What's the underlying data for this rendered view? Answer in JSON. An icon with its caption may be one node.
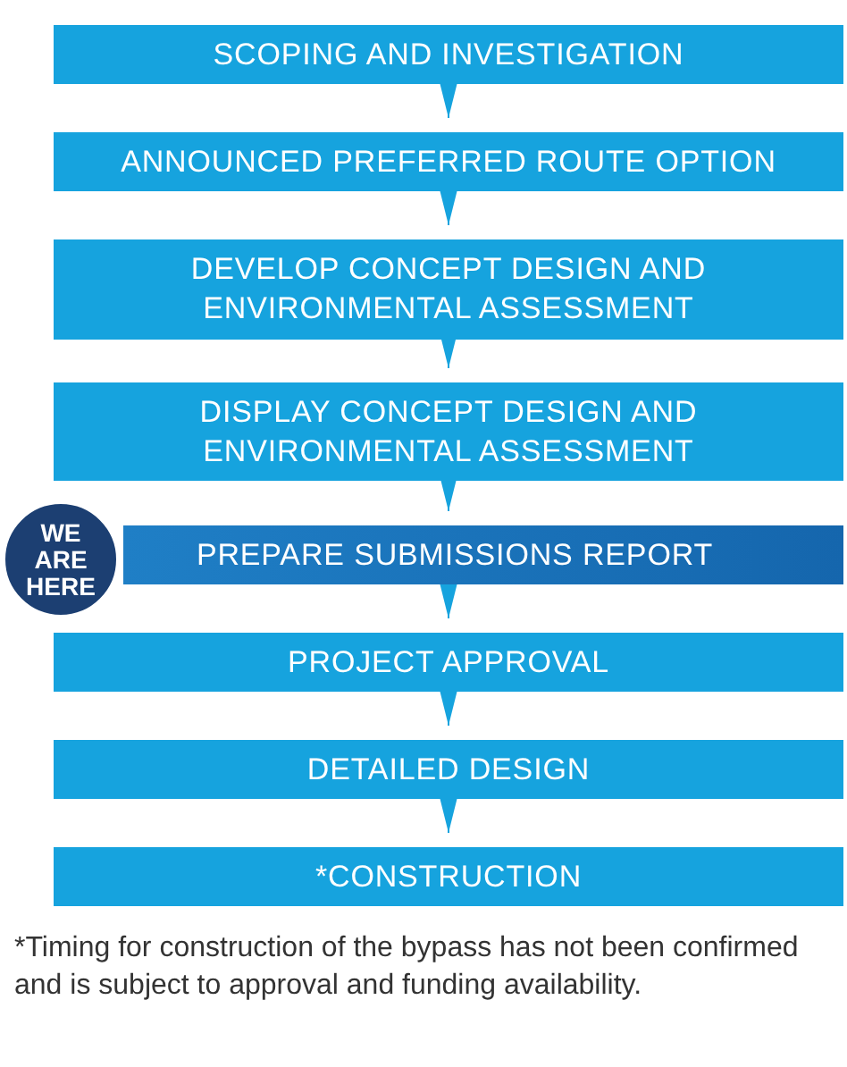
{
  "diagram": {
    "nodes": [
      {
        "text": [
          "SCOPING AND INVESTIGATION"
        ]
      },
      {
        "text": [
          "ANNOUNCED PREFERRED ROUTE OPTION"
        ]
      },
      {
        "text": [
          "DEVELOP CONCEPT DESIGN AND ENVIRONMENTAL ASSESSMENT"
        ]
      },
      {
        "text": [
          "DISPLAY CONCEPT DESIGN AND ENVIRONMENTAL ASSESSMENT"
        ]
      },
      {
        "text": [
          "WE ARE HERE"
        ]
      },
      {
        "text": [
          "PREPARE SUBMISSIONS REPORT"
        ]
      },
      {
        "text": [
          "PROJECT APPROVAL"
        ]
      },
      {
        "text": [
          "DETAILED DESIGN"
        ]
      },
      {
        "text": [
          "*CONSTRUCTION"
        ]
      }
    ],
    "edges": [
      {
        "from": 0,
        "to": 1,
        "arrow": "to"
      },
      {
        "from": 1,
        "to": 2,
        "arrow": "to"
      },
      {
        "from": 2,
        "to": 3,
        "arrow": "to"
      },
      {
        "from": 3,
        "to": 5,
        "arrow": "to"
      },
      {
        "from": 5,
        "to": 6,
        "arrow": "to"
      },
      {
        "from": 6,
        "to": 7,
        "arrow": "to"
      },
      {
        "from": 7,
        "to": 8,
        "arrow": "to"
      }
    ],
    "labels": [
      "*Timing for construction of the bypass has not been confirmed and is subject to approval and funding availability."
    ]
  }
}
